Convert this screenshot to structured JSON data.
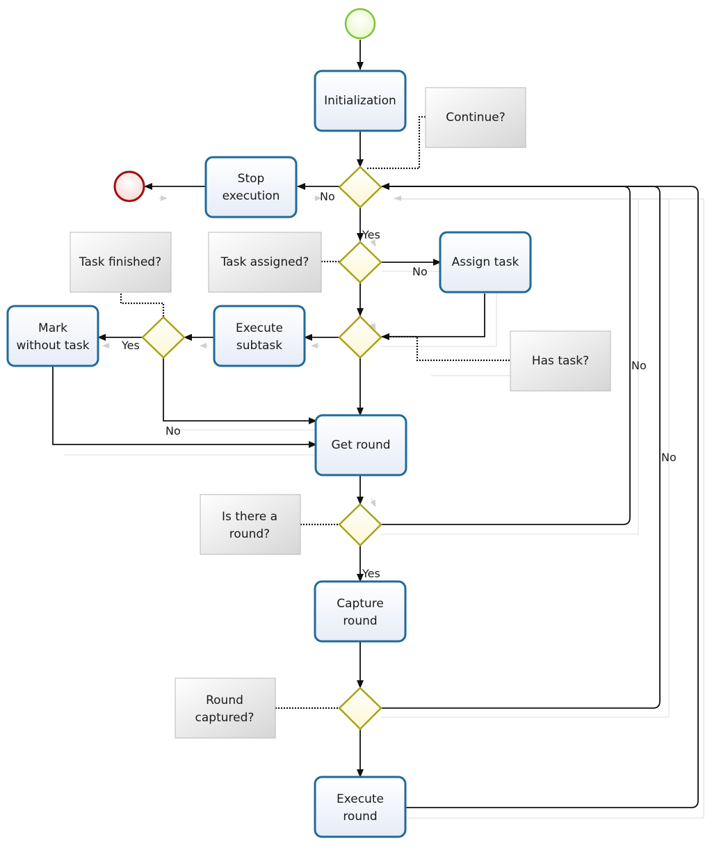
{
  "events": {
    "start": {
      "label": ""
    },
    "end": {
      "label": ""
    }
  },
  "tasks": {
    "initialization": [
      "Initialization"
    ],
    "stop_execution": [
      "Stop",
      "execution"
    ],
    "assign_task": [
      "Assign task"
    ],
    "execute_subtask": [
      "Execute",
      "subtask"
    ],
    "mark_without_task": [
      "Mark",
      "without task"
    ],
    "get_round": [
      "Get round"
    ],
    "capture_round": [
      "Capture",
      "round"
    ],
    "execute_round": [
      "Execute",
      "round"
    ]
  },
  "annotations": {
    "continue": [
      "Continue?"
    ],
    "task_assigned": [
      "Task assigned?"
    ],
    "task_finished": [
      "Task finished?"
    ],
    "has_task": [
      "Has task?"
    ],
    "is_there_round": [
      "Is there a",
      "round?"
    ],
    "round_captured": [
      "Round",
      "captured?"
    ]
  },
  "flow_labels": {
    "continue_no": "No",
    "continue_yes": "Yes",
    "assigned_no": "No",
    "finished_yes": "Yes",
    "finished_no": "No",
    "round_exists_no": "No",
    "round_exists_yes": "Yes",
    "captured_no": "No"
  }
}
